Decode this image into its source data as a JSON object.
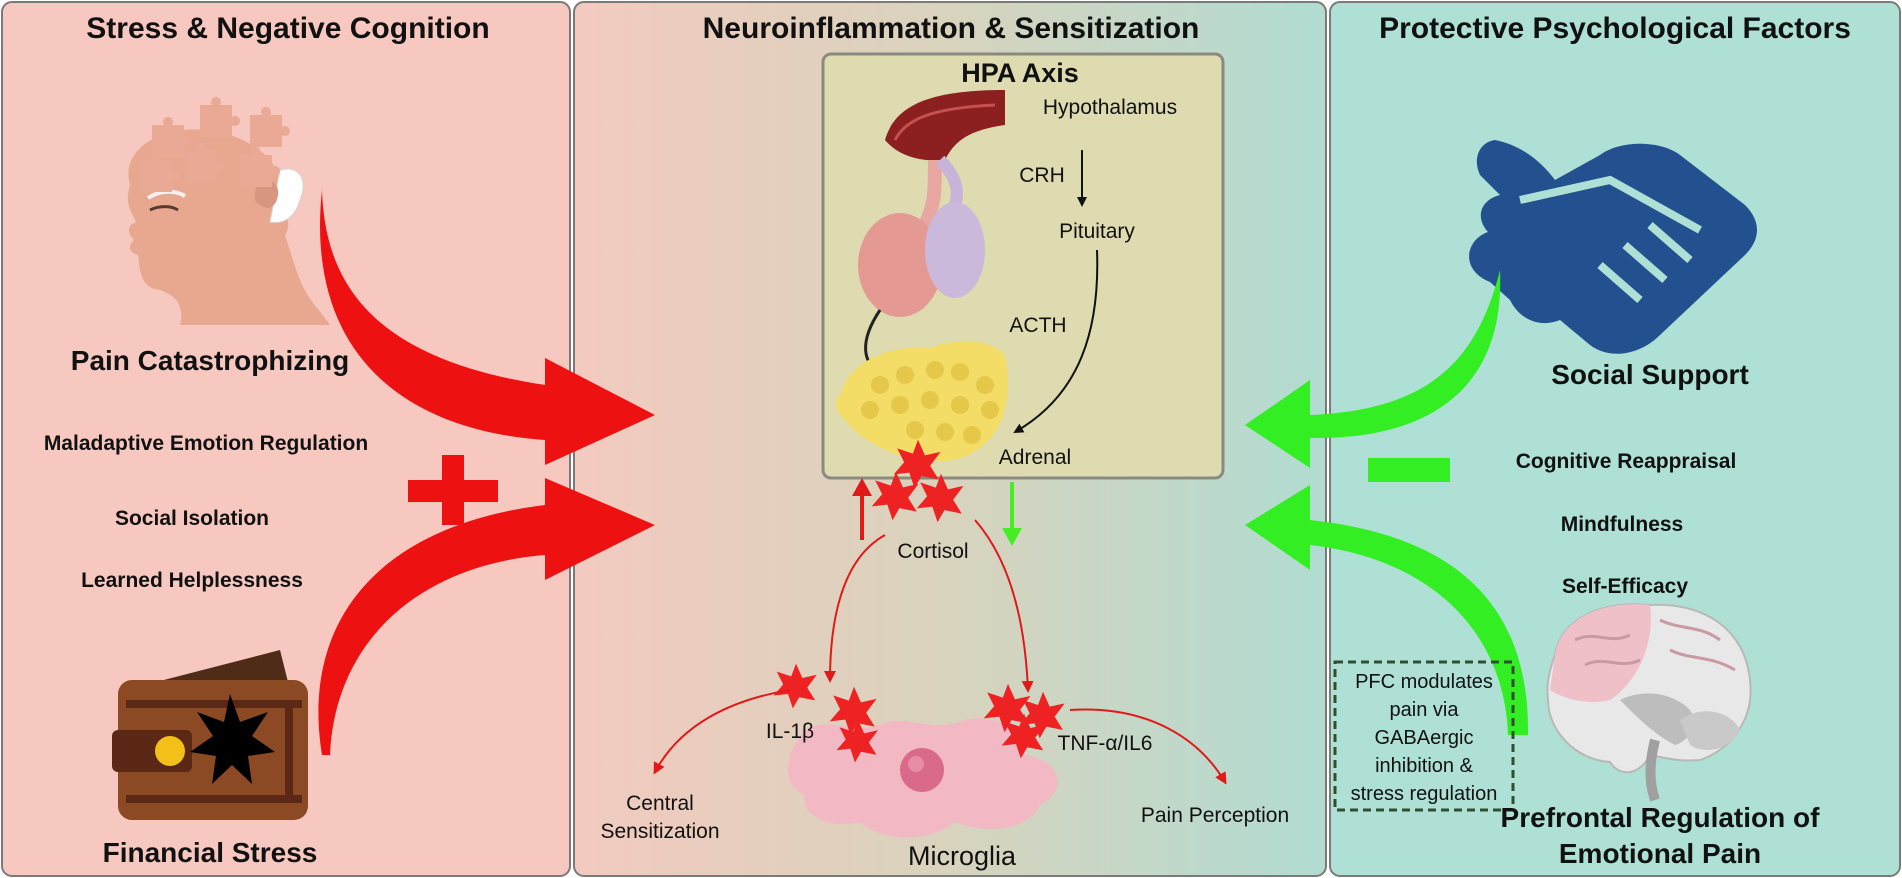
{
  "panels": {
    "left": {
      "title": "Stress & Negative Cognition",
      "pain_catastrophizing": "Pain Catastrophizing",
      "factors": [
        "Maladaptive Emotion Regulation",
        "Social Isolation",
        "Learned Helplessness"
      ],
      "financial_stress": "Financial Stress",
      "sign": "+"
    },
    "middle": {
      "title": "Neuroinflammation & Sensitization",
      "hpa": {
        "title": "HPA Axis",
        "hypothalamus": "Hypothalamus",
        "crh": "CRH",
        "pituitary": "Pituitary",
        "acth": "ACTH",
        "adrenal": "Adrenal"
      },
      "cortisol": "Cortisol",
      "il1b": "IL-1β",
      "tnf": "TNF-α/IL6",
      "central_sensitization": [
        "Central",
        "Sensitization"
      ],
      "pain_perception": "Pain Perception",
      "microglia": "Microglia"
    },
    "right": {
      "title": "Protective Psychological Factors",
      "social_support": "Social Support",
      "factors": [
        "Cognitive Reappraisal",
        "Mindfulness",
        "Self-Efficacy"
      ],
      "pfc_note": [
        "PFC modulates",
        "pain via",
        "GABAergic",
        "inhibition &",
        "stress regulation"
      ],
      "prefrontal": [
        "Prefrontal Regulation of",
        "Emotional Pain"
      ],
      "sign": "−"
    }
  },
  "colors": {
    "left_panel": "#f7c8c0",
    "right_panel": "#aee0d6",
    "hpa_box": "#dedbb0",
    "stress_arrow": "#ee1111",
    "protective_arrow": "#33ee22",
    "cytokine": "#ee2222",
    "handshake": "#23508f",
    "microglia": "#f2b8c4"
  },
  "icons": [
    "puzzle-head-icon",
    "wallet-icon",
    "hpa-gland-icon",
    "handshake-icon",
    "brain-icon",
    "microglia-icon"
  ]
}
